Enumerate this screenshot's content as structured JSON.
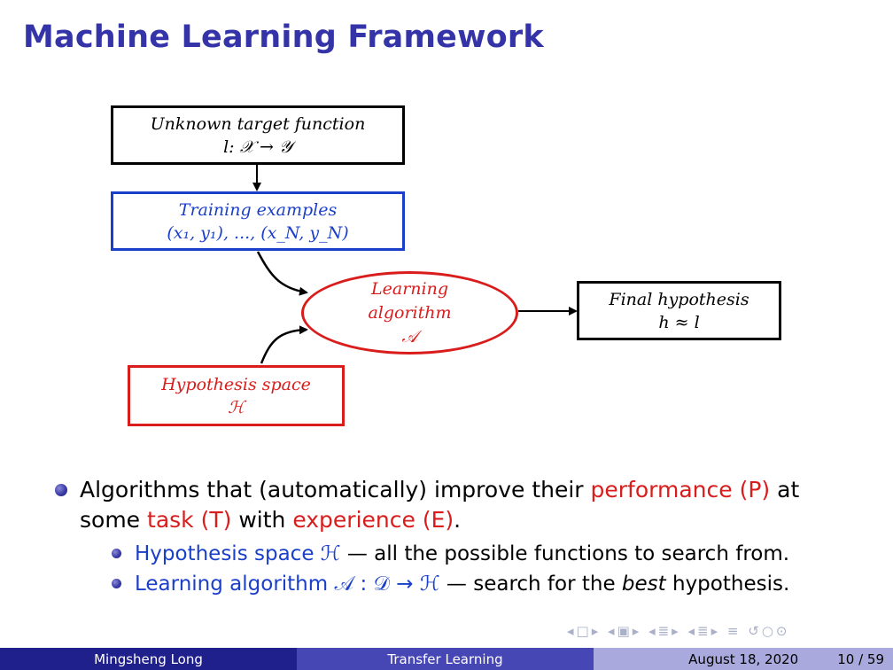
{
  "slide": {
    "title": "Machine Learning Framework"
  },
  "diagram": {
    "target_box": {
      "line1": "Unknown target function",
      "line2": "l: 𝒳 → 𝒴"
    },
    "training_box": {
      "line1": "Training examples",
      "line2": "(x₁, y₁), ..., (x_N, y_N)"
    },
    "learning_node": {
      "line1": "Learning",
      "line2": "algorithm",
      "line3": "𝒜"
    },
    "hypothesis_space_box": {
      "line1": "Hypothesis space",
      "line2": "ℋ"
    },
    "final_box": {
      "line1": "Final hypothesis",
      "line2": "h ≈ l"
    }
  },
  "bullets": {
    "main": {
      "t1": "Algorithms that (automatically) improve their ",
      "perf": "performance (P)",
      "t2": " at some ",
      "task": "task (T)",
      "t3": " with ",
      "exp": "experience (E)",
      "t4": "."
    },
    "sub1": {
      "label": "Hypothesis space ℋ",
      "rest": " — all the possible functions to search from."
    },
    "sub2": {
      "label": "Learning algorithm 𝒜 : 𝒟 → ℋ",
      "rest1": " — search for the ",
      "best": "best",
      "rest2": " hypothesis."
    }
  },
  "footer": {
    "author": "Mingsheng Long",
    "talk": "Transfer Learning",
    "date": "August 18, 2020",
    "page": "10 / 59"
  },
  "colors": {
    "title": "#3434a8",
    "accent_red": "#d91c1c",
    "accent_blue": "#1a3fc9"
  }
}
